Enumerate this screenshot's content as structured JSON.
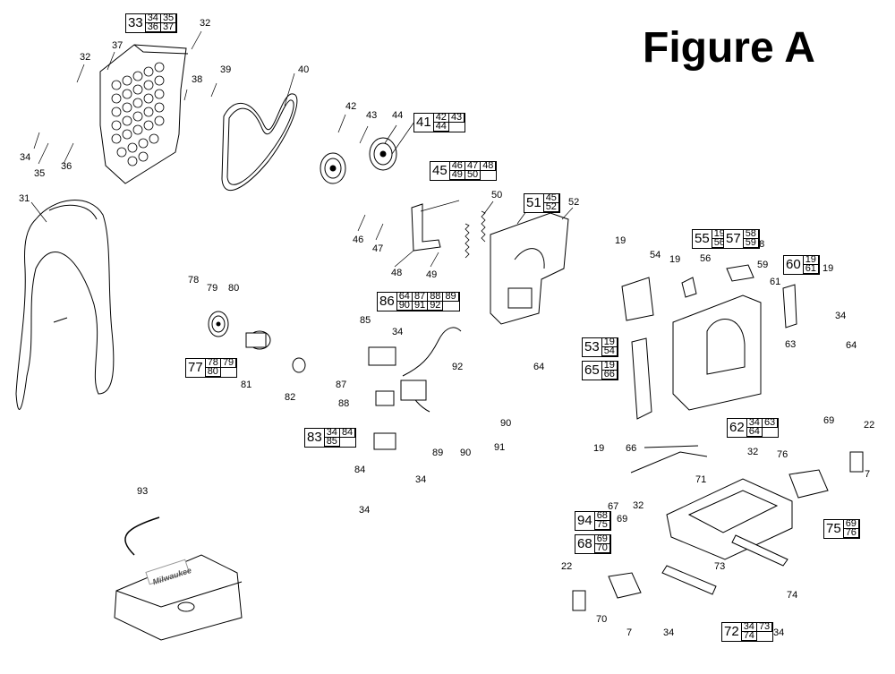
{
  "figure_title": "Figure A",
  "brand_logo_text": "Milwaukee",
  "callouts": [
    "32",
    "37",
    "38",
    "39",
    "40",
    "42",
    "43",
    "44",
    "32",
    "34",
    "35",
    "36",
    "31",
    "46",
    "47",
    "48",
    "49",
    "50",
    "52",
    "19",
    "54",
    "19",
    "56",
    "58",
    "59",
    "61",
    "19",
    "78",
    "79",
    "80",
    "81",
    "82",
    "85",
    "34",
    "92",
    "87",
    "88",
    "89",
    "90",
    "90",
    "91",
    "64",
    "63",
    "34",
    "64",
    "19",
    "66",
    "69",
    "22",
    "7",
    "32",
    "76",
    "67",
    "71",
    "32",
    "69",
    "73",
    "74",
    "22",
    "70",
    "7",
    "34",
    "34",
    "93",
    "84",
    "34",
    "34"
  ],
  "boxes": [
    {
      "main": "33",
      "subs": [
        "34",
        "35",
        "36",
        "37"
      ]
    },
    {
      "main": "41",
      "subs": [
        "42",
        "43",
        "44"
      ]
    },
    {
      "main": "45",
      "subs": [
        "46",
        "47",
        "48",
        "49",
        "50"
      ]
    },
    {
      "main": "51",
      "subs": [
        "45",
        "52"
      ]
    },
    {
      "main": "55",
      "subs": [
        "19",
        "56"
      ]
    },
    {
      "main": "57",
      "subs": [
        "58",
        "59"
      ]
    },
    {
      "main": "60",
      "subs": [
        "19",
        "61"
      ]
    },
    {
      "main": "86",
      "subs": [
        "64",
        "87",
        "88",
        "89",
        "90",
        "91",
        "92"
      ]
    },
    {
      "main": "77",
      "subs": [
        "78",
        "79",
        "80"
      ]
    },
    {
      "main": "53",
      "subs": [
        "19",
        "54"
      ]
    },
    {
      "main": "65",
      "subs": [
        "19",
        "66"
      ]
    },
    {
      "main": "62",
      "subs": [
        "34",
        "63",
        "64"
      ]
    },
    {
      "main": "83",
      "subs": [
        "34",
        "84",
        "85"
      ]
    },
    {
      "main": "94",
      "subs": [
        "68",
        "75"
      ]
    },
    {
      "main": "68",
      "subs": [
        "69",
        "70"
      ]
    },
    {
      "main": "75",
      "subs": [
        "69",
        "76"
      ]
    },
    {
      "main": "72",
      "subs": [
        "34",
        "73",
        "74"
      ]
    }
  ]
}
